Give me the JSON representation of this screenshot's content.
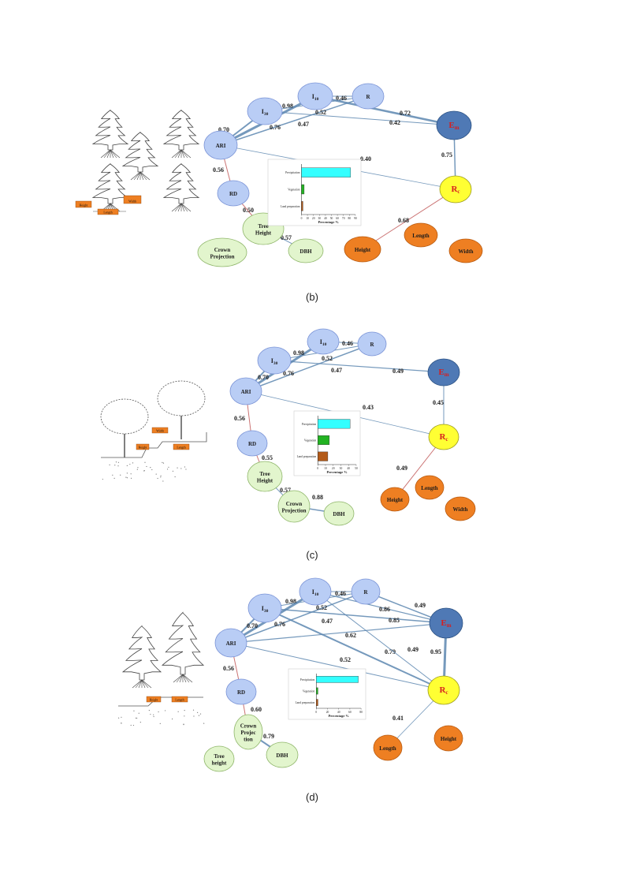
{
  "panels": [
    {
      "id": "b",
      "caption": "(b)",
      "sketch_labels": [
        "Height",
        "Width",
        "Length"
      ],
      "nodes": [
        {
          "id": "I30",
          "label": "I",
          "sub": "30",
          "kind": "rain"
        },
        {
          "id": "I10",
          "label": "I",
          "sub": "10",
          "kind": "rain"
        },
        {
          "id": "R",
          "label": "R",
          "kind": "rain"
        },
        {
          "id": "ARI",
          "label": "ARI",
          "kind": "rain"
        },
        {
          "id": "RD",
          "label": "RD",
          "kind": "rain"
        },
        {
          "id": "Em",
          "label": "E",
          "sub": "m",
          "kind": "erosion"
        },
        {
          "id": "Rc",
          "label": "R",
          "sub": "c",
          "kind": "runoff"
        },
        {
          "id": "TH",
          "label": "Tree Height",
          "kind": "veg"
        },
        {
          "id": "CP",
          "label": "Crown Projection",
          "kind": "veg"
        },
        {
          "id": "DBH",
          "label": "DBH",
          "kind": "veg"
        },
        {
          "id": "Height",
          "label": "Height",
          "kind": "land"
        },
        {
          "id": "Length",
          "label": "Length",
          "kind": "land"
        },
        {
          "id": "Width",
          "label": "Width",
          "kind": "land"
        }
      ],
      "edges": [
        {
          "from": "ARI",
          "to": "I10",
          "label": "0.98",
          "sign": "pos",
          "w": 3
        },
        {
          "from": "ARI",
          "to": "I30",
          "label": "0.70",
          "sign": "pos",
          "w": 2
        },
        {
          "from": "ARI",
          "to": "R",
          "label": "0.76",
          "sign": "pos",
          "w": 1.5
        },
        {
          "from": "I30",
          "to": "R",
          "label": "0.52",
          "sign": "pos",
          "w": 1
        },
        {
          "from": "I10",
          "to": "R",
          "label": "0.46",
          "sign": "pos",
          "w": 1
        },
        {
          "from": "I10",
          "to": "Em",
          "label": "0.72",
          "sign": "pos",
          "w": 2.5
        },
        {
          "from": "I30",
          "to": "Em",
          "label": "0.42",
          "sign": "pos",
          "w": 1
        },
        {
          "from": "ARI",
          "to": "Rc",
          "label": "0.40",
          "sign": "pos",
          "w": 0.8
        },
        {
          "from": "Em",
          "to": "Rc",
          "label": "0.75",
          "sign": "pos",
          "w": 1.5
        },
        {
          "from": "ARI",
          "to": "RD",
          "label": "0.56",
          "sign": "neg",
          "w": 1
        },
        {
          "from": "RD",
          "to": "TH",
          "label": "0.50",
          "sign": "neg",
          "w": 1
        },
        {
          "from": "TH",
          "to": "DBH",
          "label": "0.57",
          "sign": "pos",
          "w": 1
        },
        {
          "from": "Rc",
          "to": "Height",
          "label": "0.68",
          "sign": "neg",
          "w": 1
        }
      ],
      "extra_labels": [
        {
          "text": "0.47",
          "anchor": "I30-R-low"
        }
      ],
      "inset": {
        "categories": [
          "Precipitation",
          "Vegetation",
          "Land preparation"
        ],
        "values": [
          82,
          4.5,
          2.5
        ],
        "xlim": [
          0,
          90
        ],
        "ticks": [
          "0",
          "10",
          "20",
          "30",
          "40",
          "50",
          "60",
          "70",
          "80",
          "90"
        ],
        "xlabel": "Percentage %"
      }
    },
    {
      "id": "c",
      "caption": "(c)",
      "sketch_labels": [
        "Width",
        "Height",
        "Length"
      ],
      "nodes": [
        {
          "id": "I30",
          "label": "I",
          "sub": "30",
          "kind": "rain"
        },
        {
          "id": "I10",
          "label": "I",
          "sub": "10",
          "kind": "rain"
        },
        {
          "id": "R",
          "label": "R",
          "kind": "rain"
        },
        {
          "id": "ARI",
          "label": "ARI",
          "kind": "rain"
        },
        {
          "id": "RD",
          "label": "RD",
          "kind": "rain"
        },
        {
          "id": "Em",
          "label": "E",
          "sub": "m",
          "kind": "erosion"
        },
        {
          "id": "Rc",
          "label": "R",
          "sub": "c",
          "kind": "runoff"
        },
        {
          "id": "TH",
          "label": "Tree Height",
          "kind": "veg"
        },
        {
          "id": "CP",
          "label": "Crown Projection",
          "kind": "veg"
        },
        {
          "id": "DBH",
          "label": "DBH",
          "kind": "veg"
        },
        {
          "id": "Height",
          "label": "Height",
          "kind": "land"
        },
        {
          "id": "Length",
          "label": "Length",
          "kind": "land"
        },
        {
          "id": "Width",
          "label": "Width",
          "kind": "land"
        }
      ],
      "edges": [
        {
          "from": "ARI",
          "to": "I10",
          "label": "0.98",
          "sign": "pos",
          "w": 3
        },
        {
          "from": "ARI",
          "to": "I30",
          "label": "0.70",
          "sign": "pos",
          "w": 2
        },
        {
          "from": "ARI",
          "to": "R",
          "label": "0.76",
          "sign": "pos",
          "w": 1.5
        },
        {
          "from": "I30",
          "to": "R",
          "label": "0.52",
          "sign": "pos",
          "w": 1
        },
        {
          "from": "I10",
          "to": "R",
          "label": "0.46",
          "sign": "pos",
          "w": 1
        },
        {
          "from": "I30",
          "to": "Em",
          "label": "0.49",
          "sign": "pos",
          "w": 1.2
        },
        {
          "from": "ARI",
          "to": "Rc",
          "label": "0.43",
          "sign": "pos",
          "w": 0.8
        },
        {
          "from": "Em",
          "to": "Rc",
          "label": "0.45",
          "sign": "pos",
          "w": 1
        },
        {
          "from": "ARI",
          "to": "RD",
          "label": "0.56",
          "sign": "neg",
          "w": 1
        },
        {
          "from": "RD",
          "to": "TH",
          "label": "0.55",
          "sign": "neg",
          "w": 1
        },
        {
          "from": "TH",
          "to": "CP",
          "label": "0.57",
          "sign": "pos",
          "w": 1
        },
        {
          "from": "CP",
          "to": "DBH",
          "label": "0.88",
          "sign": "pos",
          "w": 1.5
        },
        {
          "from": "Rc",
          "to": "Height",
          "label": "0.49",
          "sign": "neg",
          "w": 1
        }
      ],
      "extra_labels": [
        {
          "text": "0.47",
          "anchor": "I30-R-low"
        }
      ],
      "inset": {
        "categories": [
          "Precipitation",
          "Vegetation",
          "Land preparation"
        ],
        "values": [
          42,
          15,
          13
        ],
        "xlim": [
          0,
          50
        ],
        "ticks": [
          "0",
          "10",
          "20",
          "30",
          "40",
          "50"
        ],
        "xlabel": "Percentage %"
      }
    },
    {
      "id": "d",
      "caption": "(d)",
      "sketch_labels": [
        "Height",
        "Length"
      ],
      "nodes": [
        {
          "id": "I30",
          "label": "I",
          "sub": "30",
          "kind": "rain"
        },
        {
          "id": "I10",
          "label": "I",
          "sub": "10",
          "kind": "rain"
        },
        {
          "id": "R",
          "label": "R",
          "kind": "rain"
        },
        {
          "id": "ARI",
          "label": "ARI",
          "kind": "rain"
        },
        {
          "id": "RD",
          "label": "RD",
          "kind": "rain"
        },
        {
          "id": "Em",
          "label": "E",
          "sub": "m",
          "kind": "erosion"
        },
        {
          "id": "Rc",
          "label": "R",
          "sub": "c",
          "kind": "runoff"
        },
        {
          "id": "CP",
          "label": "Crown Projec tion",
          "kind": "veg"
        },
        {
          "id": "TH",
          "label": "Tree height",
          "kind": "veg"
        },
        {
          "id": "DBH",
          "label": "DBH",
          "kind": "veg"
        },
        {
          "id": "Length",
          "label": "Length",
          "kind": "land"
        },
        {
          "id": "Height",
          "label": "Height",
          "kind": "land"
        }
      ],
      "edges": [
        {
          "from": "ARI",
          "to": "I10",
          "label": "0.98",
          "sign": "pos",
          "w": 3
        },
        {
          "from": "ARI",
          "to": "I30",
          "label": "0.70",
          "sign": "pos",
          "w": 2
        },
        {
          "from": "ARI",
          "to": "R",
          "label": "0.76",
          "sign": "pos",
          "w": 1.5
        },
        {
          "from": "I30",
          "to": "R",
          "label": "0.52",
          "sign": "pos",
          "w": 1
        },
        {
          "from": "I10",
          "to": "R",
          "label": "0.46",
          "sign": "pos",
          "w": 1
        },
        {
          "from": "I10",
          "to": "Em",
          "label": "0.49",
          "sign": "pos",
          "w": 1.2
        },
        {
          "from": "I30",
          "to": "Em",
          "label": "0.86",
          "sign": "pos",
          "w": 1.5
        },
        {
          "from": "R",
          "to": "Em",
          "label": "0.85",
          "sign": "pos",
          "w": 1.5
        },
        {
          "from": "ARI",
          "to": "Em",
          "label": "0.62",
          "sign": "pos",
          "w": 1.2
        },
        {
          "from": "I30",
          "to": "Rc",
          "label": "0.79",
          "sign": "pos",
          "w": 2
        },
        {
          "from": "I10",
          "to": "Rc",
          "label": "0.49",
          "sign": "pos",
          "w": 1
        },
        {
          "from": "ARI",
          "to": "Rc",
          "label": "0.52",
          "sign": "pos",
          "w": 1
        },
        {
          "from": "Em",
          "to": "Rc",
          "label": "0.95",
          "sign": "pos",
          "w": 3
        },
        {
          "from": "ARI",
          "to": "RD",
          "label": "0.56",
          "sign": "neg",
          "w": 1
        },
        {
          "from": "RD",
          "to": "CP",
          "label": "0.60",
          "sign": "neg",
          "w": 1
        },
        {
          "from": "CP",
          "to": "DBH",
          "label": "0.79",
          "sign": "pos",
          "w": 2
        },
        {
          "from": "Rc",
          "to": "Length",
          "label": "0.41",
          "sign": "pos",
          "w": 0.8
        }
      ],
      "extra_labels": [
        {
          "text": "0.47",
          "anchor": "I30-R-low"
        }
      ],
      "inset": {
        "categories": [
          "Precipitation",
          "Vegetation",
          "Land preparation"
        ],
        "values": [
          75,
          3,
          3
        ],
        "xlim": [
          0,
          80
        ],
        "ticks": [
          "0",
          "20",
          "40",
          "60",
          "80"
        ],
        "xlabel": "Percentage %"
      }
    }
  ],
  "colors": {
    "rain_fill": "#b9cdf5",
    "rain_stroke": "#7a93d6",
    "erosion_fill": "#4f79b5",
    "erosion_stroke": "#2c5283",
    "erosion_text": "#d61f1f",
    "runoff_fill": "#ffff33",
    "runoff_stroke": "#9a9a1a",
    "runoff_text": "#d61f1f",
    "veg_fill": "#e2f5cd",
    "veg_stroke": "#8fb66a",
    "land_fill": "#ee7f22",
    "land_stroke": "#b85a10",
    "edge_pos": "#5d87b0",
    "edge_neg": "#c25a5a",
    "bar_precip": "#33ffff",
    "bar_veg": "#22b322",
    "bar_land": "#b35a18"
  }
}
